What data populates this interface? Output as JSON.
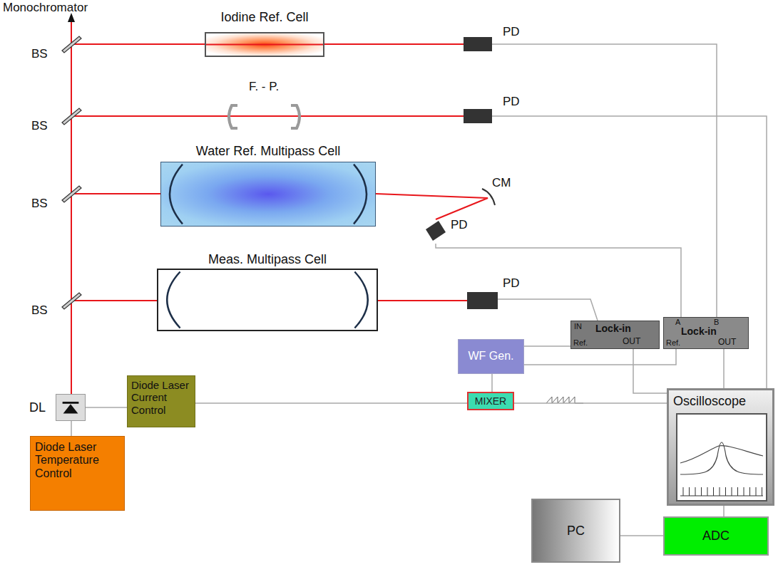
{
  "diagram": {
    "nodes": [
      {
        "text": [
          "Iodine Ref. Cell"
        ]
      },
      {
        "text": [
          "PD"
        ]
      },
      {
        "text": [
          "PD"
        ]
      },
      {
        "text": [
          "Water Ref. Multipass Cell"
        ]
      },
      {
        "text": [
          "PD"
        ]
      },
      {
        "text": [
          "Meas. Multipass Cell"
        ]
      },
      {
        "text": [
          "PD"
        ]
      },
      {
        "text": [
          "DL"
        ]
      },
      {
        "text": [
          "Diode Laser Current Control"
        ]
      },
      {
        "text": [
          "Diode Laser Temperature Control"
        ]
      },
      {
        "text": [
          "WF Gen."
        ]
      },
      {
        "text": [
          "MIXER"
        ]
      },
      {
        "text": [
          "IN",
          "Lock-in",
          "Ref.",
          "OUT"
        ]
      },
      {
        "text": [
          "A",
          "B",
          "Lock-in",
          "Ref.",
          "OUT"
        ]
      },
      {
        "text": [
          "Oscilloscope"
        ]
      },
      {
        "text": [
          "PC"
        ]
      },
      {
        "text": [
          "ADC"
        ]
      }
    ],
    "edges": [
      {
        "from": 0,
        "to": 1,
        "arrow": "none"
      },
      {
        "from": 3,
        "to": 4,
        "arrow": "none"
      },
      {
        "from": 5,
        "to": 6,
        "arrow": "none"
      },
      {
        "from": 7,
        "to": 8,
        "arrow": "none"
      },
      {
        "from": 7,
        "to": 9,
        "arrow": "none"
      },
      {
        "from": 8,
        "to": 11,
        "arrow": "none"
      },
      {
        "from": 10,
        "to": 11,
        "arrow": "none"
      },
      {
        "from": 10,
        "to": 12,
        "arrow": "none"
      },
      {
        "from": 10,
        "to": 13,
        "arrow": "none"
      },
      {
        "from": 6,
        "to": 12,
        "arrow": "none"
      },
      {
        "from": 4,
        "to": 13,
        "arrow": "none"
      },
      {
        "from": 1,
        "to": 13,
        "arrow": "none"
      },
      {
        "from": 2,
        "to": 14,
        "arrow": "none"
      },
      {
        "from": 12,
        "to": 14,
        "arrow": "none"
      },
      {
        "from": 13,
        "to": 14,
        "arrow": "none"
      },
      {
        "from": 11,
        "to": 14,
        "arrow": "none"
      },
      {
        "from": 14,
        "to": 16,
        "arrow": "none"
      },
      {
        "from": 16,
        "to": 15,
        "arrow": "none"
      }
    ],
    "labels": [
      "Monochromator",
      "BS",
      "BS",
      "BS",
      "BS",
      "F. - P.",
      "CM"
    ]
  }
}
